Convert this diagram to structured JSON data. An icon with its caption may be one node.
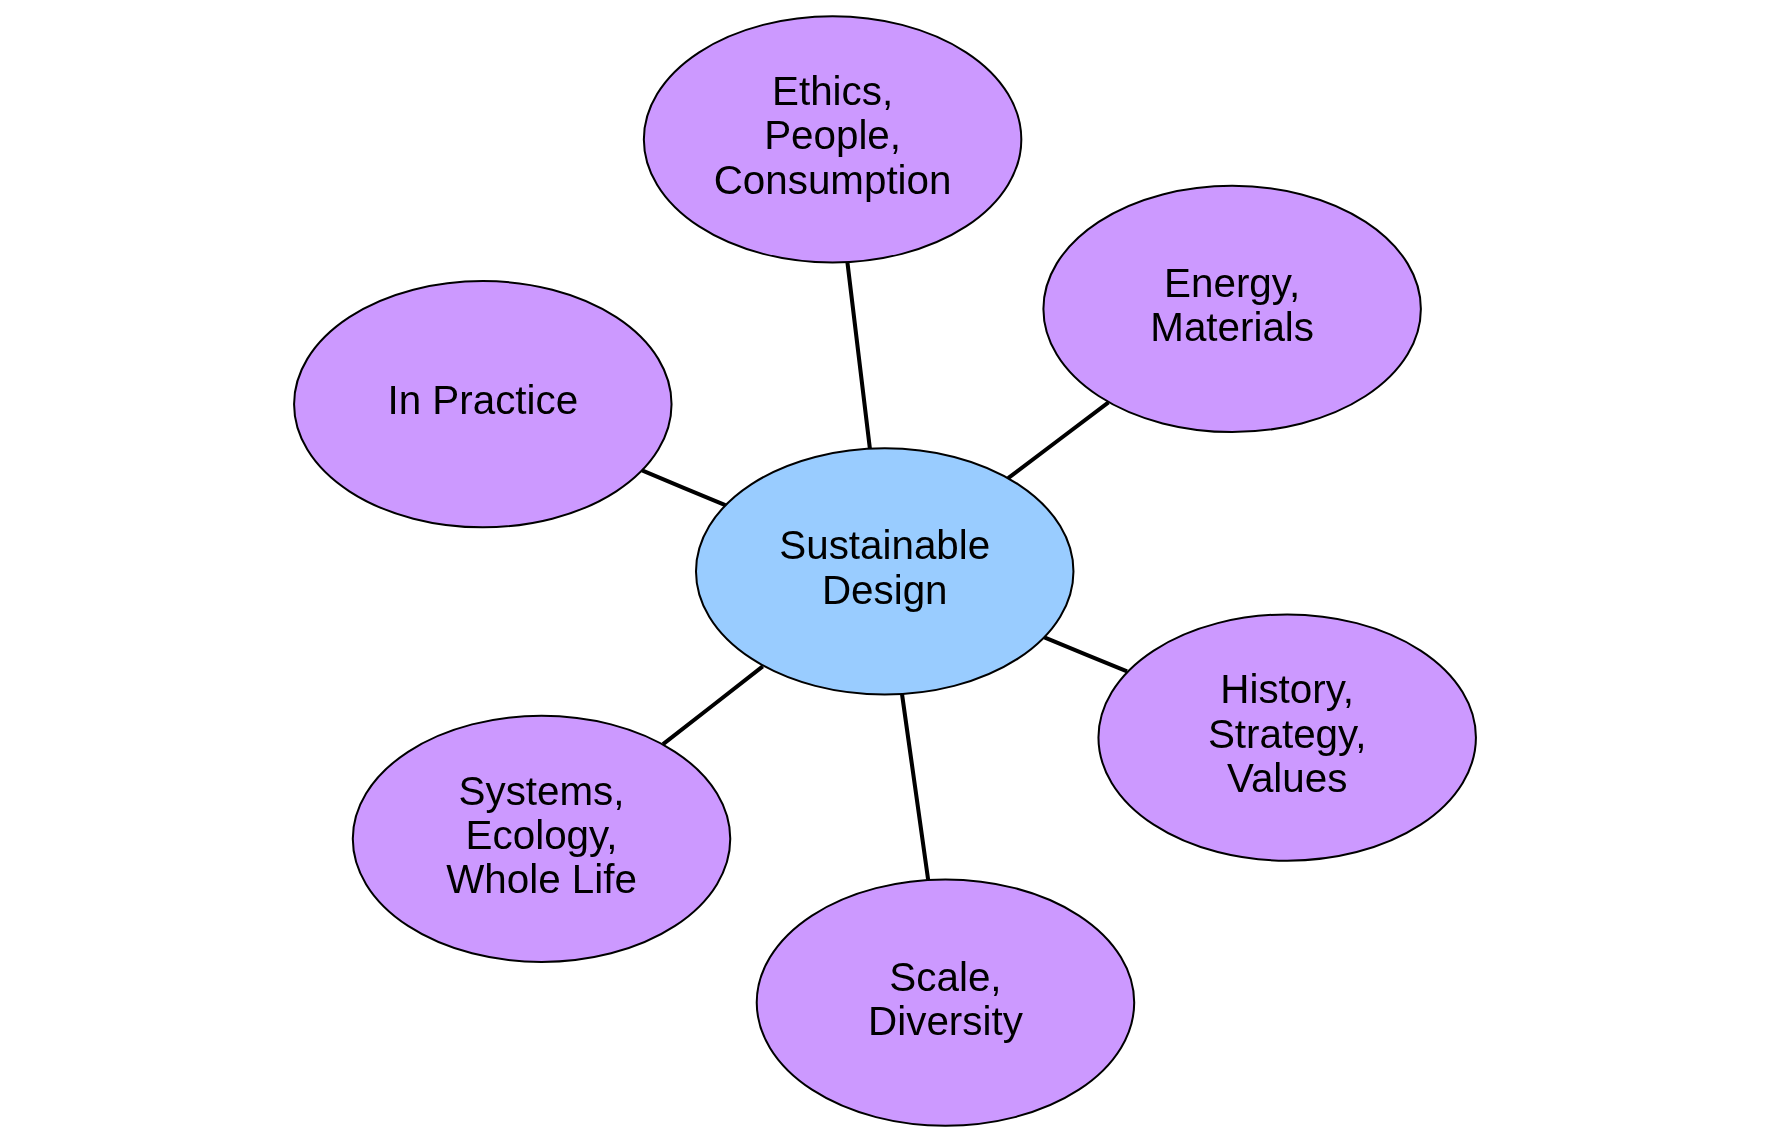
{
  "diagram": {
    "nodes": [
      {
        "text": [
          "In Practice"
        ]
      },
      {
        "text": [
          "History, Strategy, Values"
        ]
      },
      {
        "text": [
          "Scale, Diversity"
        ]
      },
      {
        "text": [
          "Sustainable Design"
        ]
      },
      {
        "text": [
          "Energy, Materials"
        ]
      },
      {
        "text": [
          "Ethics, People, Consumption"
        ]
      },
      {
        "text": [
          "Systems, Ecology, Whole Life"
        ]
      }
    ],
    "edges": [
      {
        "from": 3,
        "to": 0,
        "arrow": "none"
      },
      {
        "from": 3,
        "to": 1,
        "arrow": "none"
      },
      {
        "from": 3,
        "to": 2,
        "arrow": "none"
      },
      {
        "from": 3,
        "to": 4,
        "arrow": "none"
      },
      {
        "from": 3,
        "to": 5,
        "arrow": "none"
      },
      {
        "from": 3,
        "to": 6,
        "arrow": "none"
      }
    ]
  }
}
